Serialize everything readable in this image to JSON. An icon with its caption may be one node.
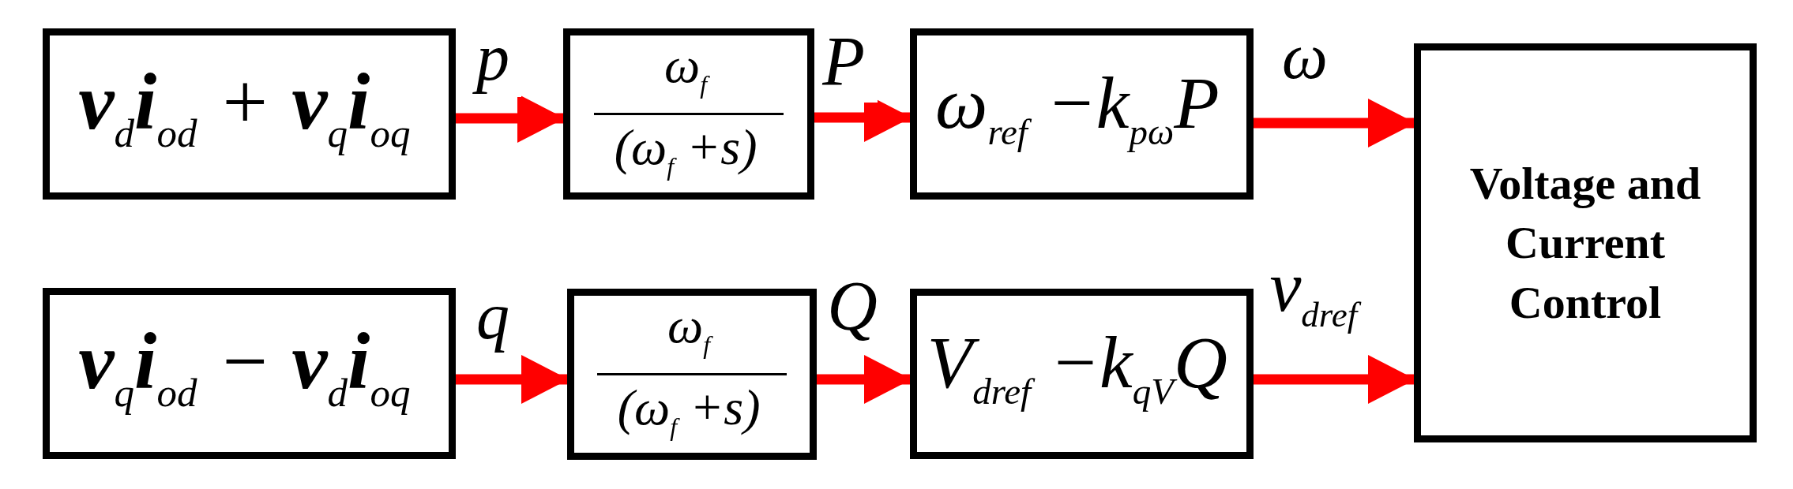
{
  "diagram": {
    "nodes": [
      {
        "text": [
          "**v**$_{d}$**i**$_{od}$ + **v**$_{q}$**i**$_{oq}$"
        ]
      },
      {
        "text": [
          "ω$_{f}$",
          "(ω$_{f}$ +s)"
        ]
      },
      {
        "text": [
          "ω$_{ref}$ −k$_{pω}$P"
        ]
      },
      {
        "text": [
          "Voltage and Current Control"
        ]
      },
      {
        "text": [
          "**v**$_{q}$**i**$_{od}$ − **v**$_{d}$**i**$_{oq}$"
        ]
      },
      {
        "text": [
          "ω$_{f}$",
          "(ω$_{f}$ +s)"
        ]
      },
      {
        "text": [
          "V$_{dref}$ −k$_{qV}$Q"
        ]
      }
    ],
    "edges": [
      {
        "from": 0,
        "to": 1,
        "arrow": "to",
        "label": "p"
      },
      {
        "from": 1,
        "to": 2,
        "arrow": "to",
        "label": "P"
      },
      {
        "from": 2,
        "to": 3,
        "arrow": "to",
        "label": "ω"
      },
      {
        "from": 4,
        "to": 5,
        "arrow": "to",
        "label": "q"
      },
      {
        "from": 5,
        "to": 6,
        "arrow": "to",
        "label": "Q"
      },
      {
        "from": 6,
        "to": 3,
        "arrow": "to",
        "label": "v$_{dref}$"
      }
    ]
  }
}
